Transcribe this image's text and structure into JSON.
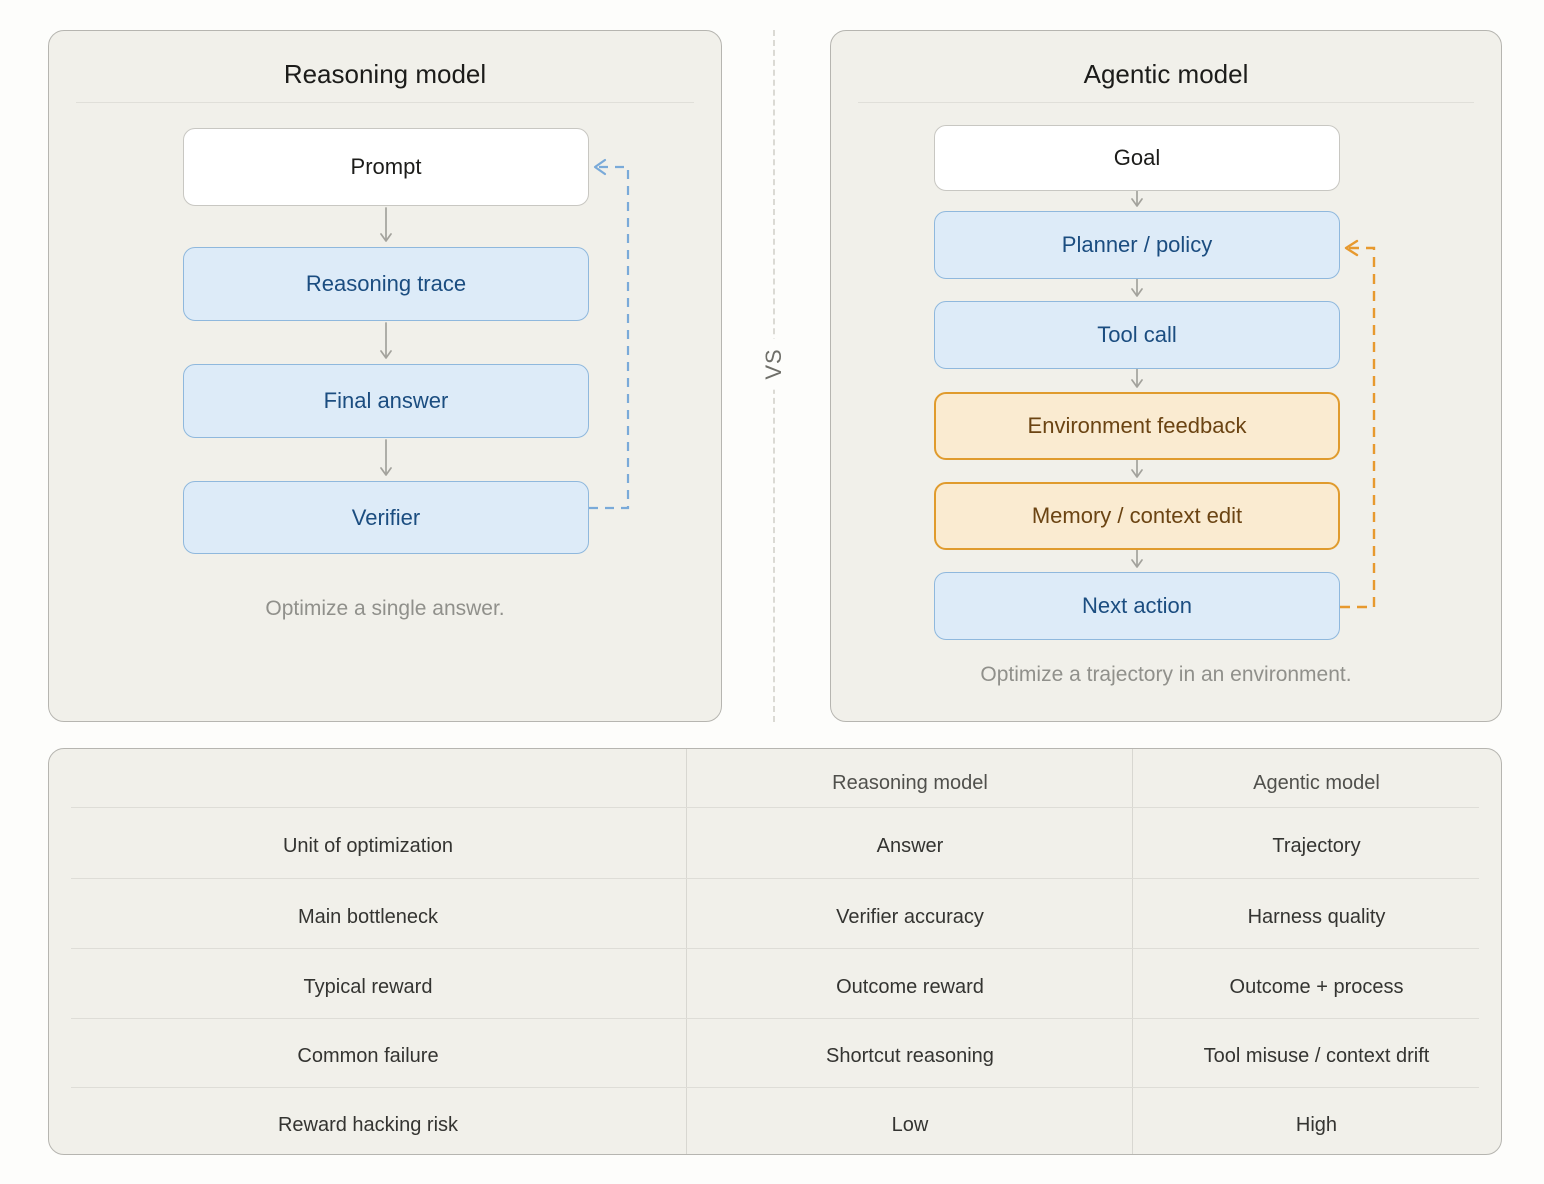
{
  "palette": {
    "page_bg": "#fdfdfb",
    "panel_bg": "#f1f0ea",
    "panel_border": "#b6b5b0",
    "white_box_border": "#c8c7c2",
    "blue_box_fill": "#ddebf8",
    "blue_box_border": "#8fb8dd",
    "blue_box_text": "#1b4d80",
    "orange_box_fill": "#faebd1",
    "orange_box_border": "#e09b2d",
    "orange_box_text": "#6b4413",
    "flow_arrow_gray": "#a3a29c",
    "feedback_loop_blue": "#7aaad9",
    "feedback_loop_orange": "#e7992e",
    "caption_gray": "#90908b"
  },
  "vs_label": "VS",
  "left_panel": {
    "title": "Reasoning model",
    "nodes": [
      {
        "label": "Prompt",
        "style": "white"
      },
      {
        "label": "Reasoning trace",
        "style": "blue"
      },
      {
        "label": "Final answer",
        "style": "blue"
      },
      {
        "label": "Verifier",
        "style": "blue"
      }
    ],
    "caption": "Optimize a single answer."
  },
  "right_panel": {
    "title": "Agentic model",
    "nodes": [
      {
        "label": "Goal",
        "style": "white"
      },
      {
        "label": "Planner / policy",
        "style": "blue"
      },
      {
        "label": "Tool call",
        "style": "blue"
      },
      {
        "label": "Environment feedback",
        "style": "orange"
      },
      {
        "label": "Memory / context edit",
        "style": "orange"
      },
      {
        "label": "Next action",
        "style": "blue"
      }
    ],
    "caption": "Optimize a trajectory in an environment."
  },
  "table": {
    "columns": [
      "",
      "Reasoning model",
      "Agentic model"
    ],
    "rows": [
      {
        "label": "Unit of optimization",
        "reasoning": "Answer",
        "agentic": "Trajectory"
      },
      {
        "label": "Main bottleneck",
        "reasoning": "Verifier accuracy",
        "agentic": "Harness quality"
      },
      {
        "label": "Typical reward",
        "reasoning": "Outcome reward",
        "agentic": "Outcome + process"
      },
      {
        "label": "Common failure",
        "reasoning": "Shortcut reasoning",
        "agentic": "Tool misuse / context drift"
      },
      {
        "label": "Reward hacking risk",
        "reasoning": "Low",
        "agentic": "High"
      }
    ]
  }
}
